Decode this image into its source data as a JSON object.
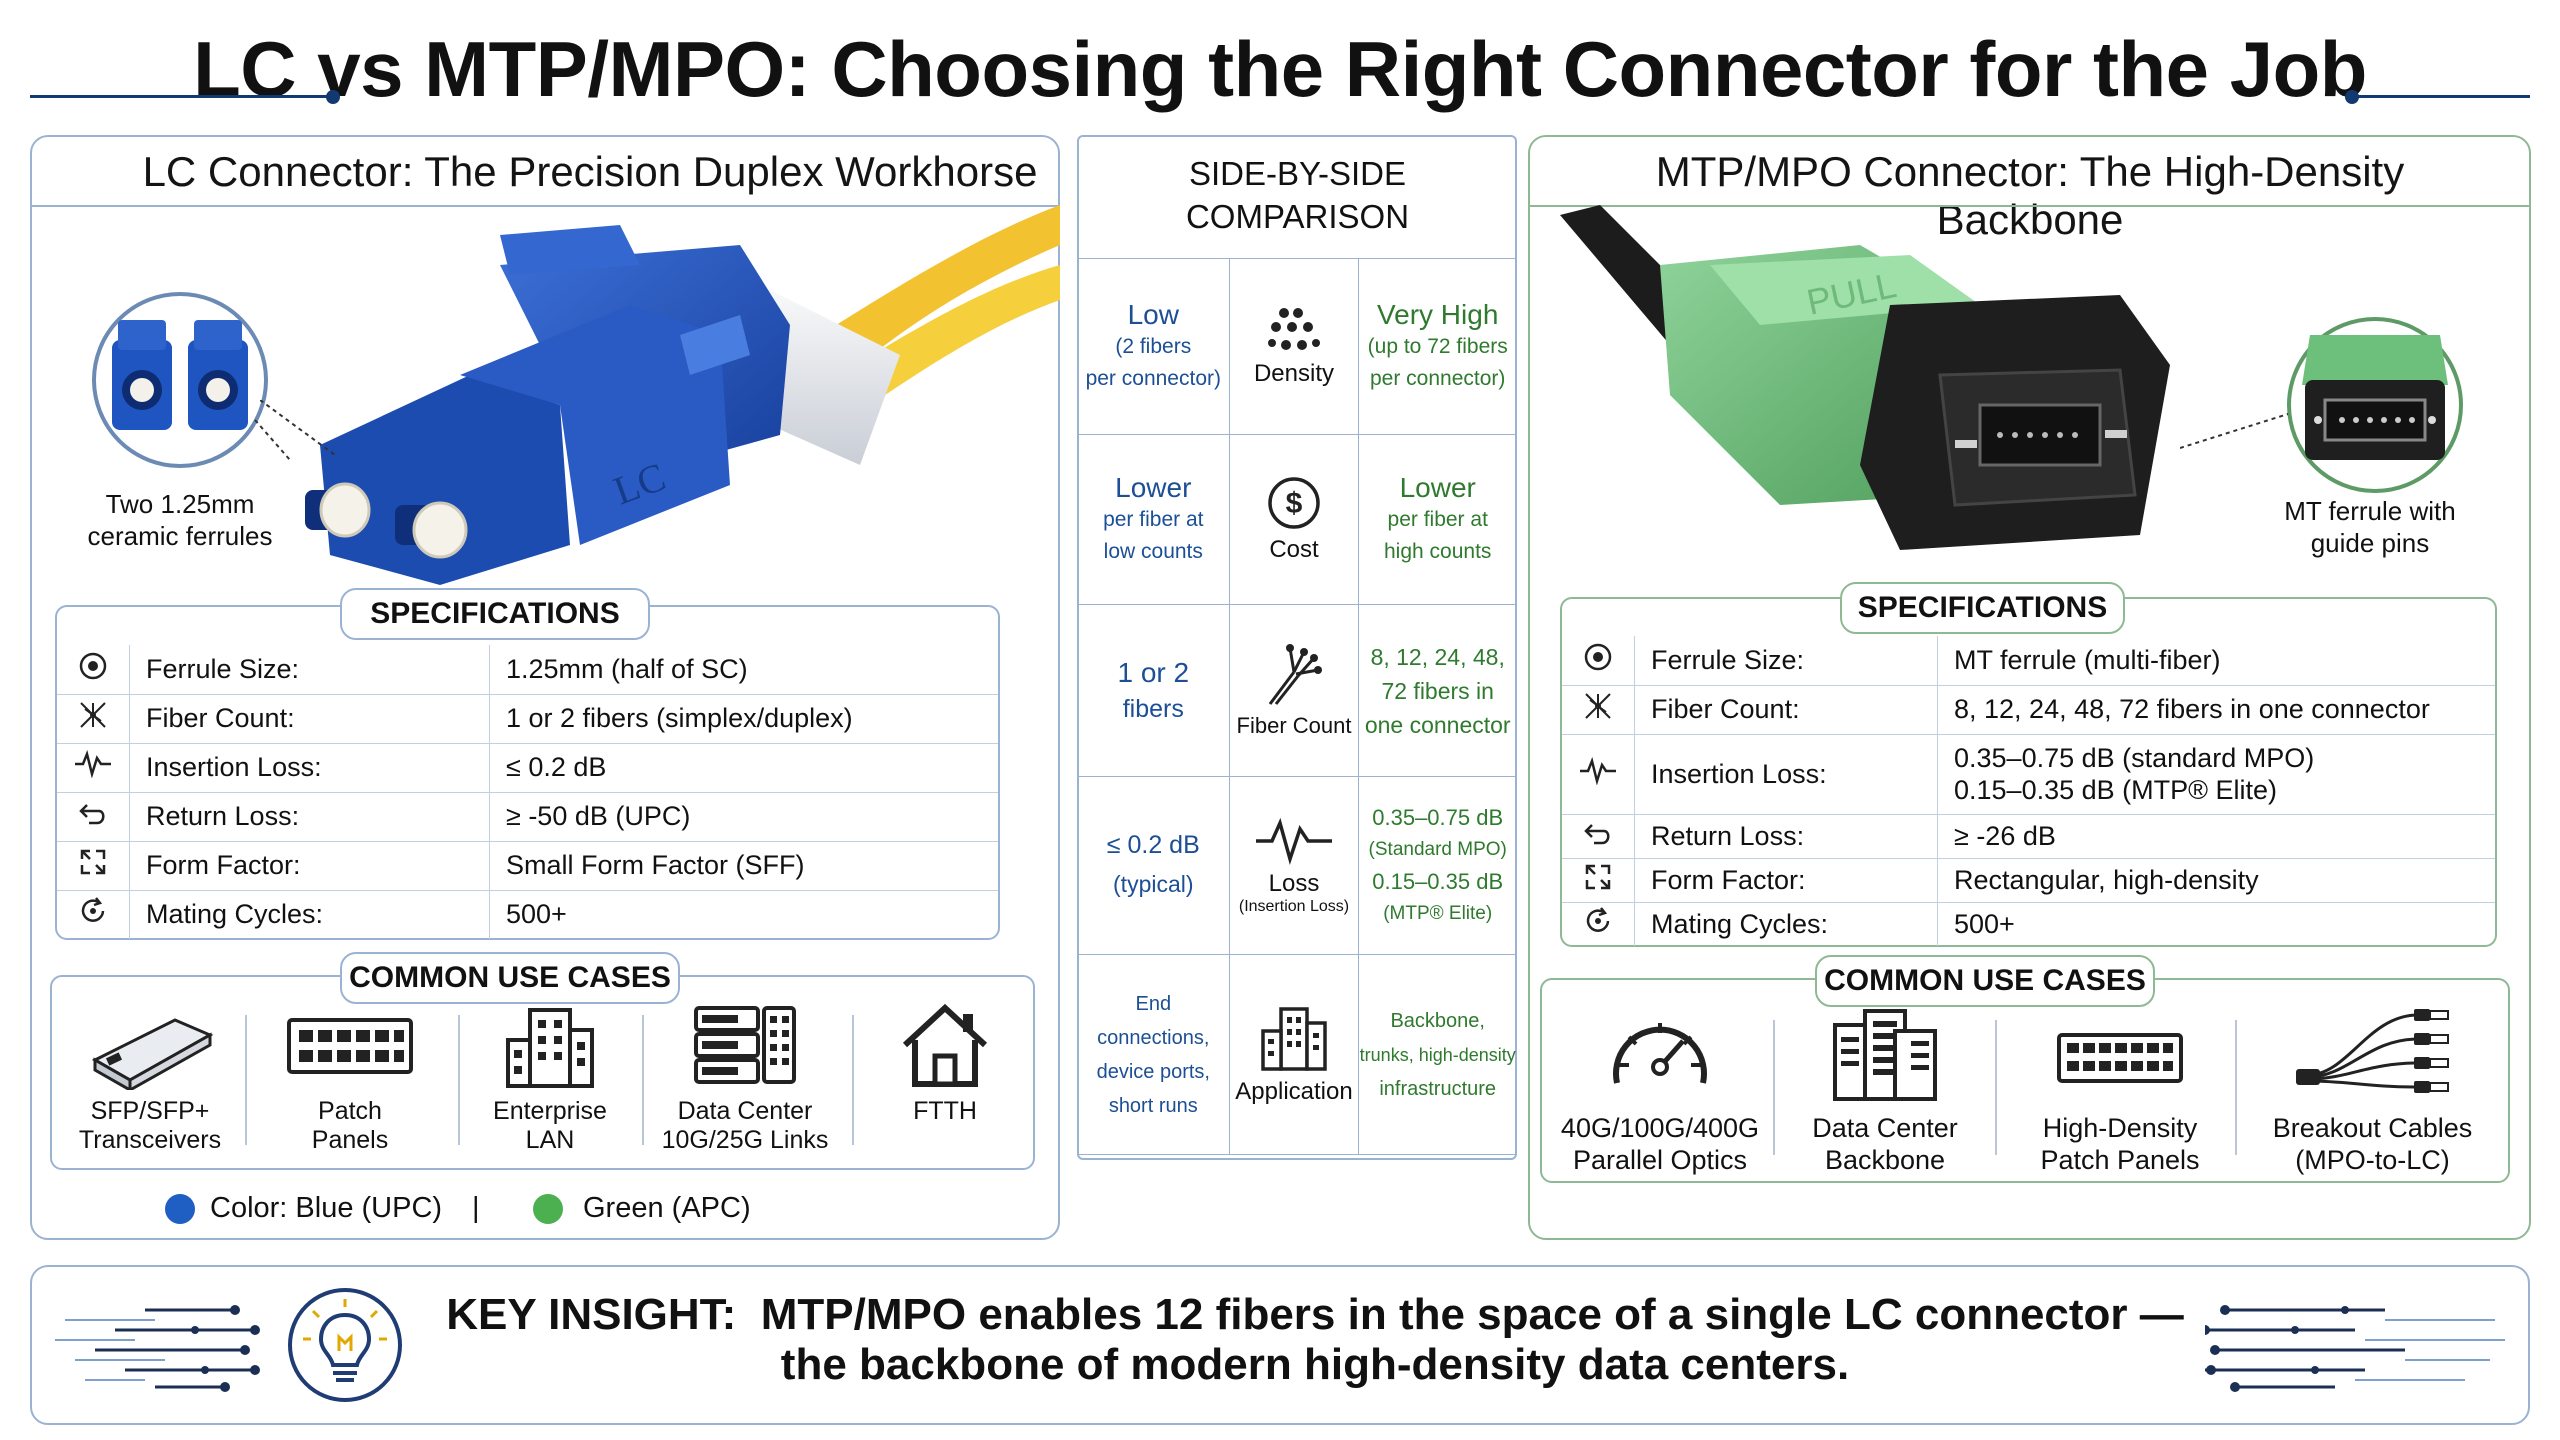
{
  "title": "LC vs MTP/MPO: Choosing the Right Connector for the Job",
  "lc": {
    "heading": "LC Connector: The Precision Duplex Workhorse",
    "inset_caption_1": "Two 1.25mm",
    "inset_caption_2": "ceramic ferrules",
    "specs_title": "SPECIFICATIONS",
    "specs": [
      {
        "icon": "target-icon",
        "label": "Ferrule Size:",
        "value": "1.25mm (half of SC)"
      },
      {
        "icon": "fiber-bundle-icon",
        "label": "Fiber Count:",
        "value": "1 or 2 fibers (simplex/duplex)"
      },
      {
        "icon": "waveform-icon",
        "label": "Insertion Loss:",
        "value": "≤ 0.2 dB"
      },
      {
        "icon": "return-arrow-icon",
        "label": "Return Loss:",
        "value": "≥ -50 dB (UPC)"
      },
      {
        "icon": "expand-icon",
        "label": "Form Factor:",
        "value": "Small Form Factor (SFF)"
      },
      {
        "icon": "cycle-icon",
        "label": "Mating Cycles:",
        "value": "500+"
      }
    ],
    "uses_title": "COMMON USE CASES",
    "uses": [
      {
        "icon": "transceiver-icon",
        "line1": "SFP/SFP+",
        "line2": "Transceivers"
      },
      {
        "icon": "patch-panel-icon",
        "line1": "Patch",
        "line2": "Panels"
      },
      {
        "icon": "building-icon",
        "line1": "Enterprise",
        "line2": "LAN"
      },
      {
        "icon": "server-icon",
        "line1": "Data Center",
        "line2": "10G/25G Links"
      },
      {
        "icon": "house-icon",
        "line1": "FTTH",
        "line2": ""
      }
    ],
    "legend_blue": "Color: Blue (UPC)",
    "legend_sep": "|",
    "legend_green": "Green (APC)",
    "colors": {
      "blue": "#1f5fc4",
      "green": "#4caf50"
    }
  },
  "comparison": {
    "heading_1": "SIDE-BY-SIDE",
    "heading_2": "COMPARISON",
    "rows": [
      {
        "icon": "density-icon",
        "center": "Density",
        "center_sub": "",
        "left_main": "Low",
        "left_sub": [
          "(2 fibers",
          "per connector)"
        ],
        "right_main": "Very High",
        "right_sub": [
          "(up to 72 fibers",
          "per connector)"
        ]
      },
      {
        "icon": "dollar-icon",
        "center": "Cost",
        "center_sub": "",
        "left_main": "Lower",
        "left_sub": [
          "per fiber at",
          "low counts"
        ],
        "right_main": "Lower",
        "right_sub": [
          "per fiber at",
          "high counts"
        ]
      },
      {
        "icon": "fiber-count-icon",
        "center": "Fiber Count",
        "center_sub": "",
        "left_main": "1 or 2",
        "left_sub": [
          "fibers"
        ],
        "right_main": "",
        "right_sub": [
          "8, 12, 24, 48,",
          "72 fibers in",
          "one connector"
        ]
      },
      {
        "icon": "loss-icon",
        "center": "Loss",
        "center_sub": "(Insertion Loss)",
        "left_main": "≤ 0.2 dB",
        "left_sub": [
          "(typical)"
        ],
        "right_main": "",
        "right_sub": [
          "0.35–0.75 dB",
          "(Standard MPO)",
          "0.15–0.35 dB",
          "(MTP® Elite)"
        ]
      },
      {
        "icon": "application-icon",
        "center": "Application",
        "center_sub": "",
        "left_main": "",
        "left_sub": [
          "End connections,",
          "device ports,",
          "short runs"
        ],
        "right_main": "",
        "right_sub": [
          "Backbone,",
          "trunks, high-density",
          "infrastructure"
        ]
      }
    ]
  },
  "mtp": {
    "heading": "MTP/MPO Connector: The High-Density Backbone",
    "body_label": "PULL",
    "inset_caption_1": "MT ferrule with",
    "inset_caption_2": "guide pins",
    "specs_title": "SPECIFICATIONS",
    "specs": [
      {
        "icon": "target-icon",
        "label": "Ferrule Size:",
        "value": "MT ferrule (multi-fiber)",
        "value2": ""
      },
      {
        "icon": "fiber-bundle-icon",
        "label": "Fiber Count:",
        "value": "8, 12, 24, 48, 72 fibers in one connector",
        "value2": ""
      },
      {
        "icon": "waveform-icon",
        "label": "Insertion Loss:",
        "value": "0.35–0.75 dB (standard MPO)",
        "value2": "0.15–0.35 dB (MTP® Elite)"
      },
      {
        "icon": "return-arrow-icon",
        "label": "Return Loss:",
        "value": "≥ -26 dB",
        "value2": ""
      },
      {
        "icon": "expand-icon",
        "label": "Form Factor:",
        "value": "Rectangular, high-density",
        "value2": ""
      },
      {
        "icon": "cycle-icon",
        "label": "Mating Cycles:",
        "value": "500+",
        "value2": ""
      }
    ],
    "uses_title": "COMMON USE CASES",
    "uses": [
      {
        "icon": "gauge-icon",
        "line1": "40G/100G/400G",
        "line2": "Parallel Optics"
      },
      {
        "icon": "datacenter-icon",
        "line1": "Data Center",
        "line2": "Backbone"
      },
      {
        "icon": "hd-panel-icon",
        "line1": "High-Density",
        "line2": "Patch Panels"
      },
      {
        "icon": "breakout-icon",
        "line1": "Breakout Cables",
        "line2": "(MPO-to-LC)"
      }
    ]
  },
  "insight": {
    "icon": "lightbulb-icon",
    "label": "KEY INSIGHT:",
    "line1": "MTP/MPO enables 12 fibers in the space of a single LC connector —",
    "line2": "the backbone of modern high-density data centers."
  }
}
